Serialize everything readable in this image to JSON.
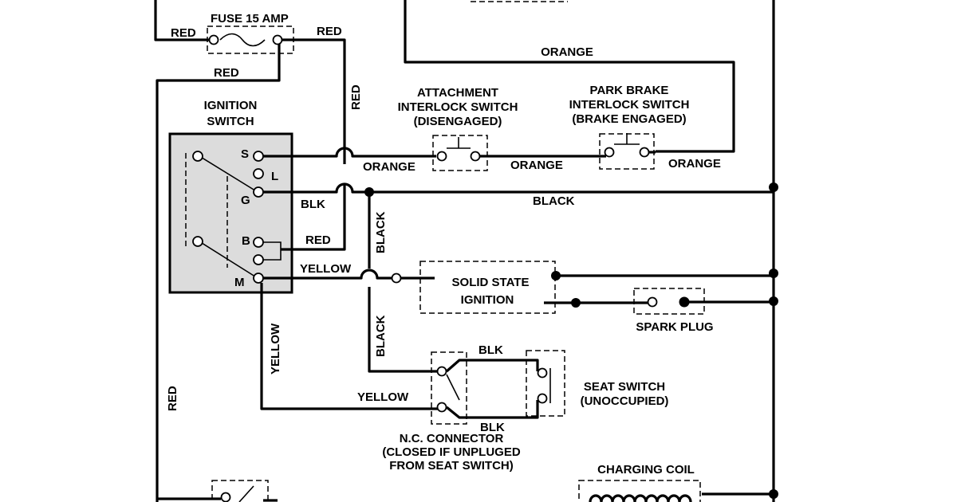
{
  "labels": {
    "fuse": "FUSE 15 AMP",
    "red_top_left": "RED",
    "red_top_right": "RED",
    "red_under_fuse": "RED",
    "red_vertical_upper": "RED",
    "red_vertical_left": "RED",
    "ignition_switch_1": "IGNITION",
    "ignition_switch_2": "SWITCH",
    "term_s": "S",
    "term_l": "L",
    "term_g": "G",
    "term_b": "B",
    "term_m": "M",
    "orange_top": "ORANGE",
    "orange_1": "ORANGE",
    "orange_2": "ORANGE",
    "orange_3": "ORANGE",
    "attach_1": "ATTACHMENT",
    "attach_2": "INTERLOCK SWITCH",
    "attach_3": "(DISENGAGED)",
    "park_1": "PARK BRAKE",
    "park_2": "INTERLOCK SWITCH",
    "park_3": "(BRAKE ENGAGED)",
    "blk_1": "BLK",
    "black_main": "BLACK",
    "red_b": "RED",
    "black_vert_upper": "BLACK",
    "black_vert_lower": "BLACK",
    "yellow_h": "YELLOW",
    "yellow_vert": "YELLOW",
    "yellow_low": "YELLOW",
    "ssi_1": "SOLID STATE",
    "ssi_2": "IGNITION",
    "spark_plug": "SPARK PLUG",
    "blk_seat_top": "BLK",
    "blk_seat_bottom": "BLK",
    "seat_1": "SEAT SWITCH",
    "seat_2": "(UNOCCUPIED)",
    "nc_1": "N.C. CONNECTOR",
    "nc_2": "(CLOSED IF UNPLUGED",
    "nc_3": "FROM SEAT SWITCH)",
    "charging_coil": "CHARGING COIL"
  }
}
